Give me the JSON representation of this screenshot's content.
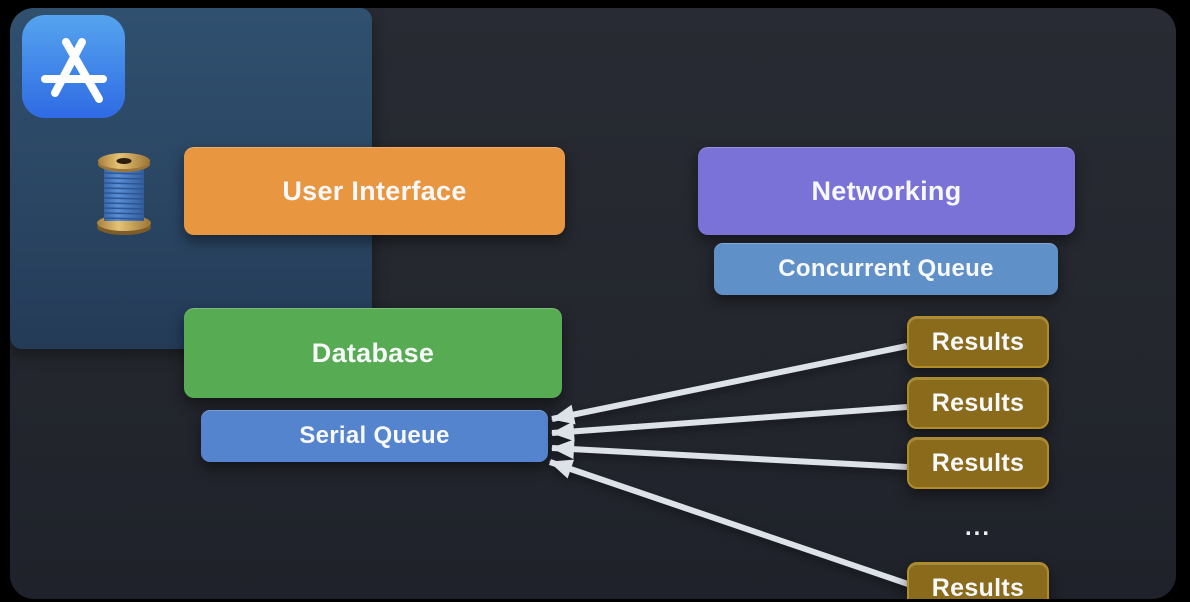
{
  "slide": {
    "background_color": "#24272E",
    "frame_color": "#000000",
    "arrow_color": "#DDE2E8"
  },
  "icons": {
    "app_store": {
      "name": "app-store-icon",
      "color_top": "#55A4EE",
      "color_bottom": "#2F6BE4"
    },
    "thread_spool": {
      "name": "thread-spool-icon",
      "thread_color": "#5B8FD6",
      "spool_color": "#C99C52"
    }
  },
  "boxes": {
    "user_interface": {
      "label": "User Interface",
      "color": "#E8963F"
    },
    "networking": {
      "label": "Networking",
      "color": "#7B72D8"
    },
    "concurrent_queue": {
      "label": "Concurrent Queue",
      "color": "#5F90C8",
      "panel_color": "#2C4A6B"
    },
    "database": {
      "label": "Database",
      "color": "#57AB52"
    },
    "serial_queue": {
      "label": "Serial Queue",
      "color": "#5484CD"
    }
  },
  "results": {
    "items": [
      {
        "label": "Results"
      },
      {
        "label": "Results"
      },
      {
        "label": "Results"
      }
    ],
    "ellipsis": "...",
    "overflow": {
      "label": "Results"
    },
    "color": "#8A6B1C",
    "border_color": "#B08C28"
  },
  "connections": [
    {
      "from": "results-1",
      "to": "serial-queue"
    },
    {
      "from": "results-2",
      "to": "serial-queue"
    },
    {
      "from": "results-3",
      "to": "serial-queue"
    },
    {
      "from": "results-overflow",
      "to": "serial-queue"
    }
  ]
}
